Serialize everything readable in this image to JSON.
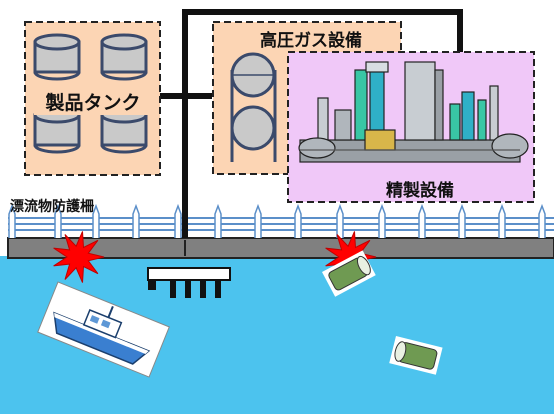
{
  "labels": {
    "product_tanks": "製品タンク",
    "high_pressure_gas": "高圧ガス設備",
    "refinery": "精製設備",
    "fence": "漂流物防護柵"
  },
  "colors": {
    "tank_area_fill": "#fcd5b4",
    "refinery_fill": "#f0c8f8",
    "sea": "#4cc3ee",
    "quay": "#7f7f7f",
    "explosion": "#ff0000",
    "drum": "#6f9a52",
    "boat_hull": "#3a7fd0",
    "fence": "#5b8fc9"
  },
  "icons": [
    "tank-icon",
    "spherical-tank-icon",
    "refinery-plant-icon",
    "explosion-icon",
    "boat-icon",
    "drum-icon",
    "pier-icon",
    "fence-icon"
  ]
}
